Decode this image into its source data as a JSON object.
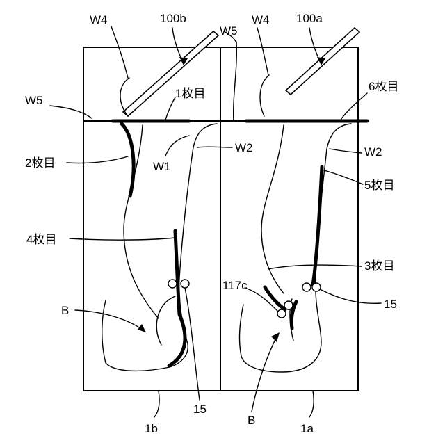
{
  "labels": {
    "w4_left": "W4",
    "plate_left": "100b",
    "w5_top": "W5",
    "w4_right": "W4",
    "plate_right": "100a",
    "w5_left": "W5",
    "sheet1": "1枚目",
    "sheet6": "6枚目",
    "sheet2": "2枚目",
    "w1": "W1",
    "w2_left": "W2",
    "w2_right": "W2",
    "sheet5": "5枚目",
    "sheet4": "4枚目",
    "sheet3": "3枚目",
    "ref117c": "117c",
    "b_left": "B",
    "ref15_right": "15",
    "ref15_bottom": "15",
    "b_bottom": "B",
    "ref1b": "1b",
    "ref1a": "1a"
  }
}
